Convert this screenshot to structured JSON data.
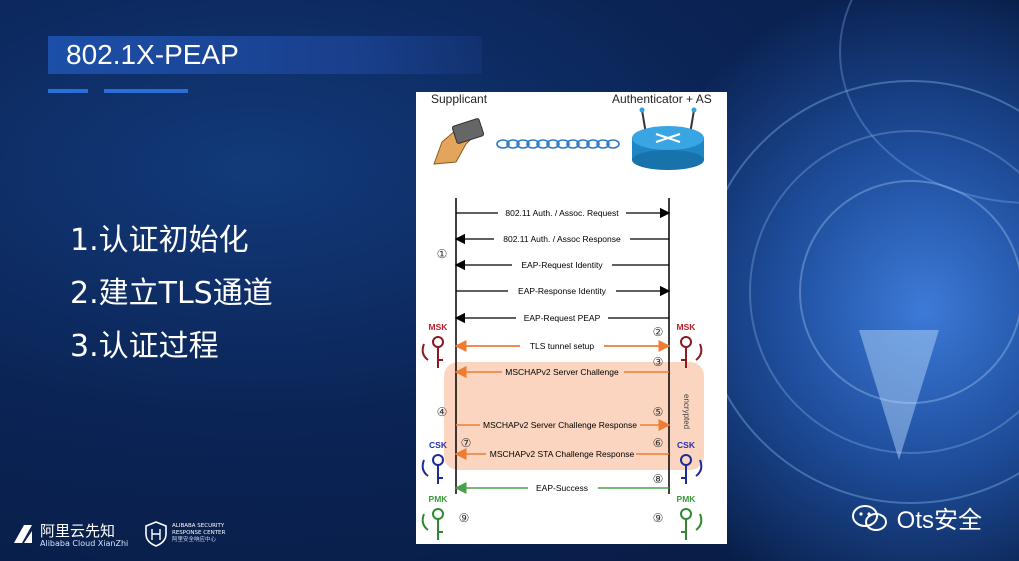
{
  "slide": {
    "title": "802.1X-PEAP",
    "items": [
      "1.认证初始化",
      "2.建立TLS通道",
      "3.认证过程"
    ]
  },
  "diagram": {
    "supplicant_label": "Supplicant",
    "authenticator_label": "Authenticator + AS",
    "messages": [
      "802.11 Auth. / Assoc. Request",
      "802.11 Auth. / Assoc Response",
      "EAP-Request Identity",
      "EAP-Response Identity",
      "EAP-Request PEAP",
      "TLS tunnel setup",
      "MSCHAPv2 Server Challenge",
      "MSCHAPv2 Server Challenge Response",
      "MSCHAPv2 STA Challenge Response",
      "EAP-Success"
    ],
    "steps": [
      "①",
      "②",
      "③",
      "④",
      "⑤",
      "⑥",
      "⑦",
      "⑧",
      "⑨",
      "⑨"
    ],
    "key_labels": {
      "msk": "MSK",
      "csk": "CSK",
      "pmk": "PMK"
    },
    "encrypted_label": "encrypted",
    "colors": {
      "black": "#000000",
      "orange": "#ee7d33",
      "green": "#4aa04a",
      "msk": "#c0202a",
      "csk": "#2030b0",
      "pmk": "#3a9a3a",
      "tunnel": "#fbd5bf"
    }
  },
  "footer": {
    "brand_cn": "阿里云先知",
    "brand_en": "Alibaba Cloud XianZhi",
    "security_line1": "ALIBABA SECURITY",
    "security_line2": "RESPONSE CENTER",
    "security_cn": "阿里安全响应中心",
    "wechat": "Ots安全"
  }
}
